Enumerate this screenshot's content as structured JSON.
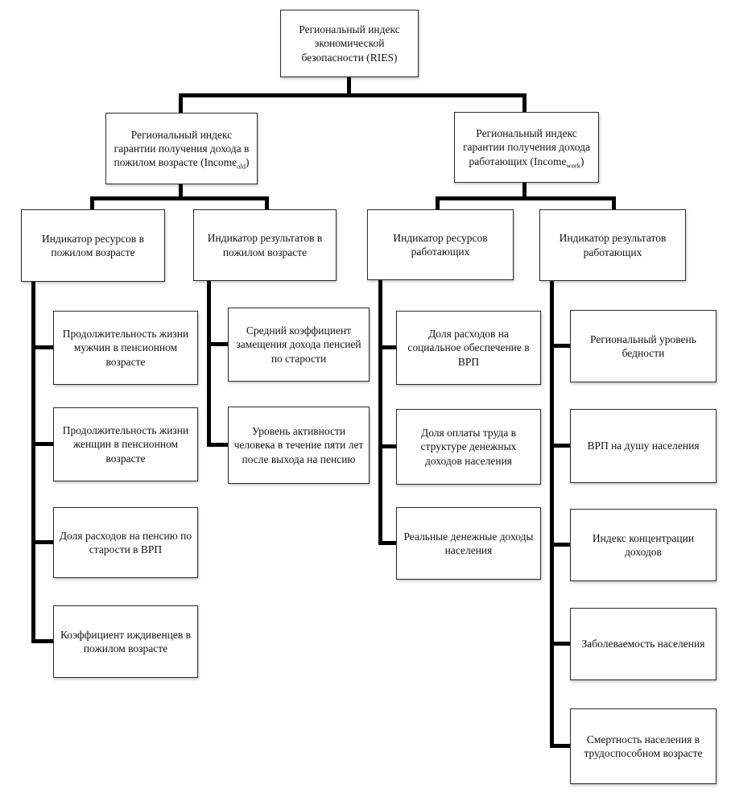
{
  "diagram": {
    "title": "Региональный индекс экономической безопасности (RIES)",
    "root": {
      "label": "Региональный индекс экономической безопасности (RIES)"
    },
    "level2": [
      {
        "text_before": "Региональный индекс гарантии получения дохода в пожилом возрасте (Income",
        "subscript": "old",
        "text_after": ")"
      },
      {
        "text_before": "Региональный индекс гарантии получения дохода работающих (Income",
        "subscript": "work",
        "text_after": ")"
      }
    ],
    "indicators": [
      {
        "label": "Индикатор ресурсов в пожилом возрасте"
      },
      {
        "label": "Индикатор результатов в пожилом возрасте"
      },
      {
        "label": "Индикатор ресурсов работающих"
      },
      {
        "label": "Индикатор результатов работающих"
      }
    ],
    "leaves": {
      "col1": [
        "Продолжительность жизни мужчин в пенсионном возрасте",
        "Продолжительность жизни женщин в пенсионном возрасте",
        "Доля расходов на пенсию по старости в ВРП",
        "Коэффициент иждивенцев в пожилом возрасте"
      ],
      "col2": [
        "Средний коэффициент замещения дохода пенсией по старости",
        "Уровень активности человека в течение пяти лет после выхода на пенсию"
      ],
      "col3": [
        "Доля расходов на социальное обеспечение в ВРП",
        "Доля оплаты труда в структуре денежных доходов населения",
        "Реальные денежные доходы населения"
      ],
      "col4": [
        "Региональный уровень бедности",
        "ВРП на душу населения",
        "Индекс концентрации доходов",
        "Заболеваемость населения",
        "Смертность населения в трудоспособном возрасте"
      ]
    },
    "colors": {
      "line": "#000000",
      "box_border": "#2b2b2b",
      "box_fill": "#ffffff",
      "text": "#121212"
    }
  }
}
